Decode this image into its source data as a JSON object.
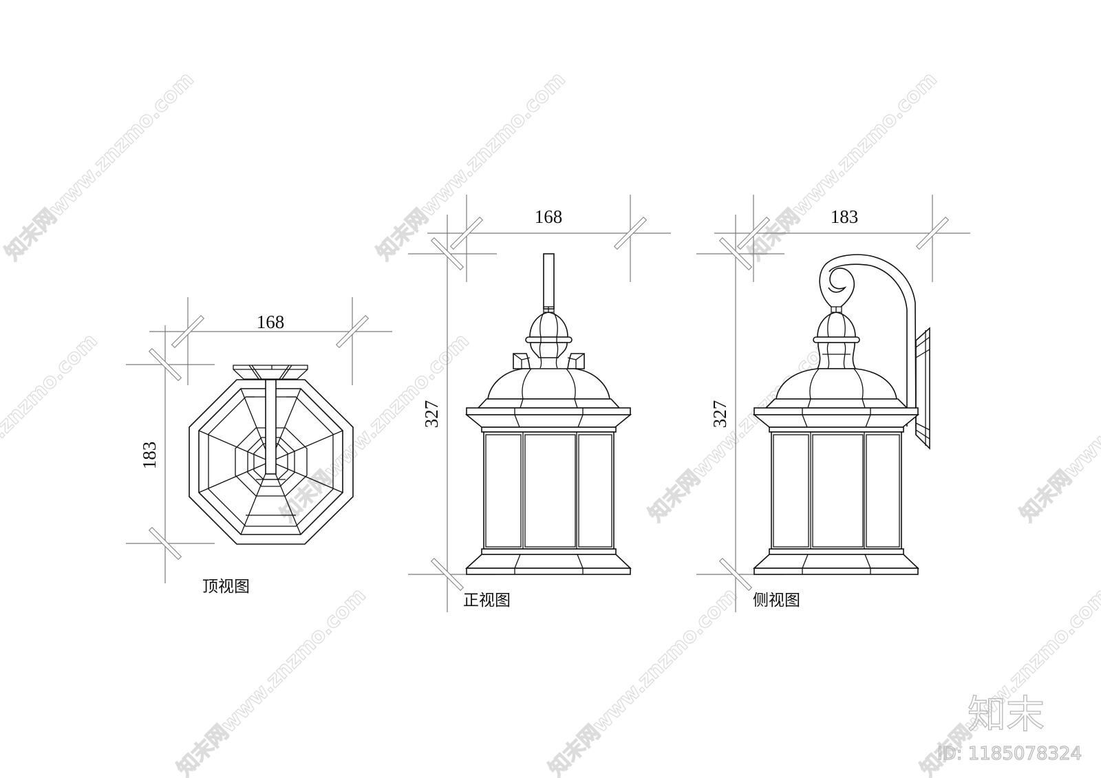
{
  "drawing": {
    "title": "Wall lantern orthographic views",
    "views": [
      {
        "id": "top",
        "label": "顶视图",
        "width_dim": "168",
        "height_dim": "183"
      },
      {
        "id": "front",
        "label": "正视图",
        "width_dim": "168",
        "height_dim": "327"
      },
      {
        "id": "side",
        "label": "侧视图",
        "width_dim": "183",
        "height_dim": "327"
      }
    ]
  },
  "watermark": {
    "text": "知末网www.znzmo.com",
    "brand": "知末",
    "id_text": "ID: 1185078324"
  },
  "colors": {
    "line": "#111111",
    "dimension": "#7a7a7a",
    "watermark": "#dcdcdc",
    "background": "#ffffff"
  }
}
